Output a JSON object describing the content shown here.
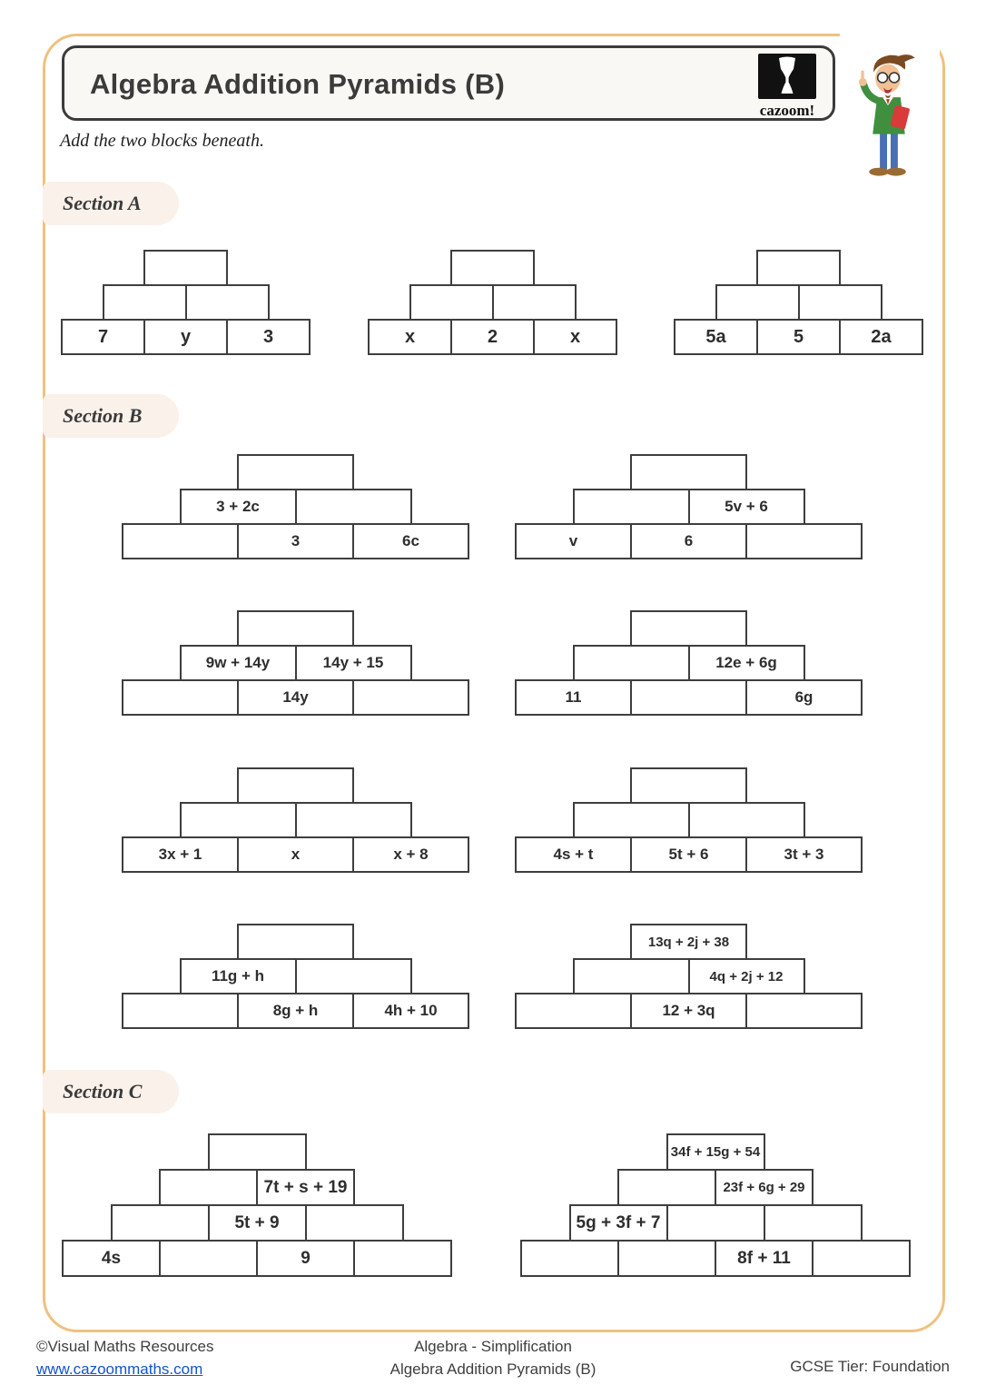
{
  "header": {
    "title": "Algebra Addition Pyramids (B)",
    "logo_text": "cazoom!",
    "instruction": "Add the two blocks beneath."
  },
  "sections": [
    {
      "label": "Section A",
      "pyramids": [
        {
          "rows": [
            [
              ""
            ],
            [
              "",
              ""
            ],
            [
              "7",
              "y",
              "3"
            ]
          ]
        },
        {
          "rows": [
            [
              ""
            ],
            [
              "",
              ""
            ],
            [
              "x",
              "2",
              "x"
            ]
          ]
        },
        {
          "rows": [
            [
              ""
            ],
            [
              "",
              ""
            ],
            [
              "5a",
              "5",
              "2a"
            ]
          ]
        }
      ]
    },
    {
      "label": "Section B",
      "pyramids": [
        {
          "rows": [
            [
              ""
            ],
            [
              "3 + 2c",
              ""
            ],
            [
              "",
              "3",
              "6c"
            ]
          ]
        },
        {
          "rows": [
            [
              ""
            ],
            [
              "",
              "5v + 6"
            ],
            [
              "v",
              "6",
              ""
            ]
          ]
        },
        {
          "rows": [
            [
              ""
            ],
            [
              "9w + 14y",
              "14y + 15"
            ],
            [
              "",
              "14y",
              ""
            ]
          ]
        },
        {
          "rows": [
            [
              ""
            ],
            [
              "",
              "12e + 6g"
            ],
            [
              "11",
              "",
              "6g"
            ]
          ]
        },
        {
          "rows": [
            [
              ""
            ],
            [
              "",
              ""
            ],
            [
              "3x + 1",
              "x",
              "x + 8"
            ]
          ]
        },
        {
          "rows": [
            [
              ""
            ],
            [
              "",
              ""
            ],
            [
              "4s + t",
              "5t + 6",
              "3t + 3"
            ]
          ]
        },
        {
          "rows": [
            [
              ""
            ],
            [
              "11g + h",
              ""
            ],
            [
              "",
              "8g + h",
              "4h + 10"
            ]
          ]
        },
        {
          "rows": [
            [
              "13q + 2j + 38"
            ],
            [
              "",
              "4q + 2j + 12"
            ],
            [
              "",
              "12 + 3q",
              ""
            ]
          ]
        }
      ]
    },
    {
      "label": "Section C",
      "pyramids": [
        {
          "rows": [
            [
              ""
            ],
            [
              "",
              "7t + s + 19"
            ],
            [
              "",
              "5t + 9",
              ""
            ],
            [
              "4s",
              "",
              "9",
              ""
            ]
          ]
        },
        {
          "rows": [
            [
              "34f + 15g + 54"
            ],
            [
              "",
              "23f + 6g + 29"
            ],
            [
              "5g + 3f + 7",
              "",
              ""
            ],
            [
              "",
              "",
              "8f + 11",
              ""
            ]
          ]
        }
      ]
    }
  ],
  "footer": {
    "copyright": "©Visual Maths Resources",
    "website": "www.cazoommaths.com",
    "topic": "Algebra - Simplification",
    "worksheet": "Algebra Addition Pyramids (B)",
    "tier": "GCSE Tier: Foundation"
  },
  "colors": {
    "frame_accent": "#efc180",
    "cell_border": "#3e3e3e",
    "title_border": "#3b3b3b",
    "section_label_bg": "#faf1ea",
    "link_blue": "#1155cc",
    "logo_black": "#111111"
  }
}
